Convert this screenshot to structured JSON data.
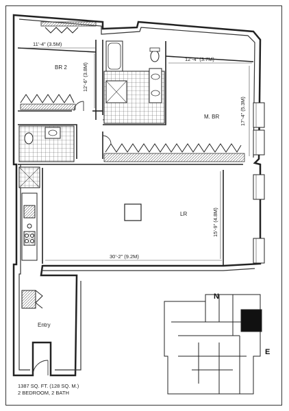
{
  "rooms": {
    "br2": "BR 2",
    "mbr": "M. BR",
    "lr": "LR",
    "entry": "Entry"
  },
  "dimensions": {
    "br2_width": "11’-4” (3.5M)",
    "br2_depth": "12’-6” (3.8M)",
    "mbr_width": "12’-4” (3.7M)",
    "mbr_depth": "17’-4” (5.3M)",
    "lr_width": "30’-2” (9.2M)",
    "lr_depth": "15’-9” (4.8M)"
  },
  "compass": {
    "north": "N",
    "east": "E"
  },
  "info": {
    "area": "1387 SQ. FT. (128 SQ. M.)",
    "layout": "2 BEDROOM, 2 BATH"
  }
}
